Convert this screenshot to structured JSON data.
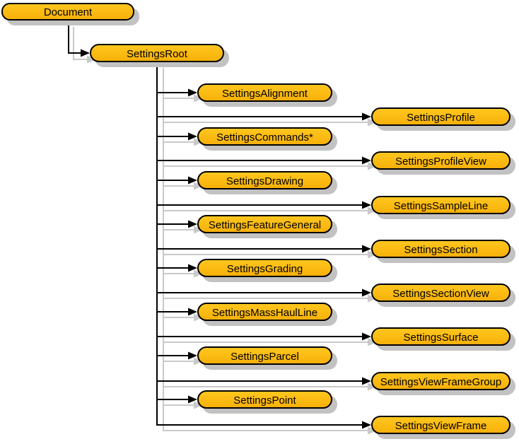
{
  "diagram": {
    "nodes": {
      "document": "Document",
      "settings_root": "SettingsRoot",
      "left_children": [
        "SettingsAlignment",
        "SettingsCommands*",
        "SettingsDrawing",
        "SettingsFeatureGeneral",
        "SettingsGrading",
        "SettingsMassHaulLine",
        "SettingsParcel",
        "SettingsPoint"
      ],
      "right_children": [
        "SettingsProfile",
        "SettingsProfileView",
        "SettingsSampleLine",
        "SettingsSection",
        "SettingsSectionView",
        "SettingsSurface",
        "SettingsViewFrameGroup",
        "SettingsViewFrame"
      ]
    },
    "colors": {
      "node_fill_top": "#FFC71F",
      "node_fill_bottom": "#F7B009",
      "node_border": "#000000",
      "node_shadow": "#C2C2C2",
      "connector": "#000000",
      "connector_shadow": "#C9C9C9",
      "text": "#000000",
      "background": "#FFFFFF"
    }
  }
}
